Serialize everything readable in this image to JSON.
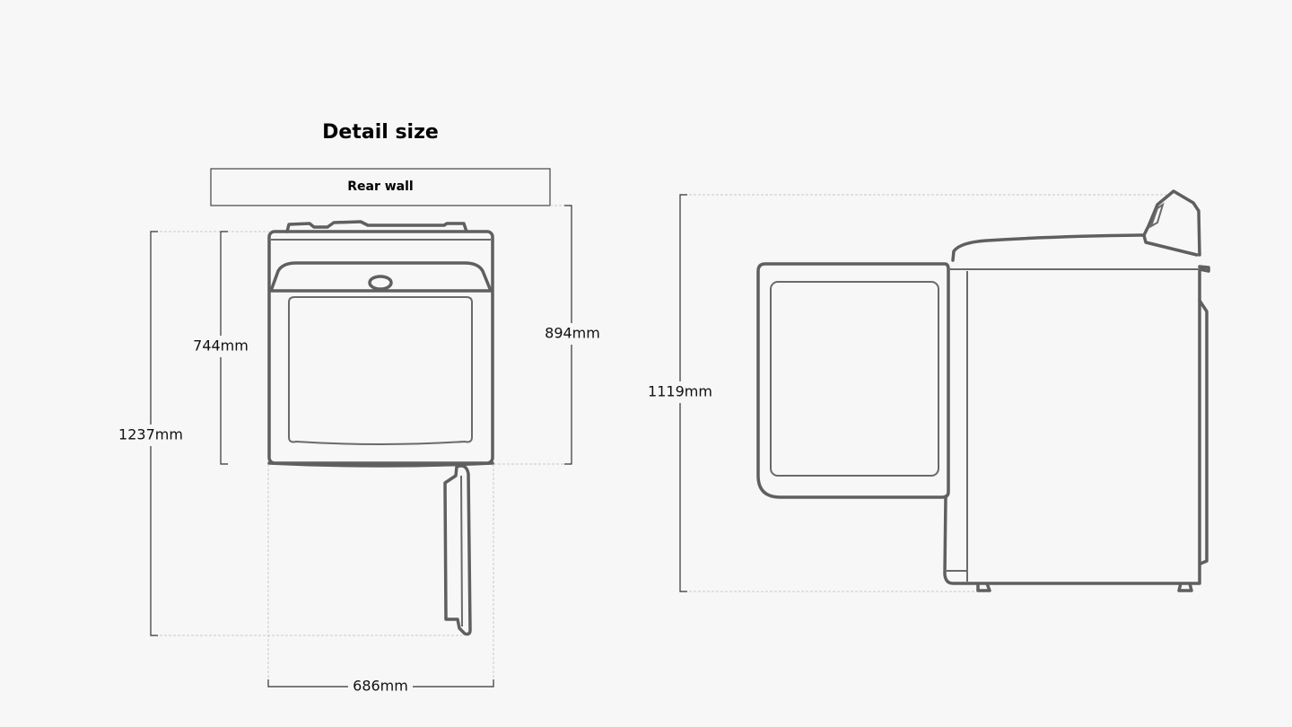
{
  "title": "Detail size",
  "rear_wall_label": "Rear wall",
  "dimensions": {
    "lid_depth": "744mm",
    "open_lid_depth": "1237mm",
    "depth_to_wall": "894mm",
    "width": "686mm",
    "open_lid_height": "1119mm"
  },
  "colors": {
    "background": "#f7f7f7",
    "outline": "#5f5f5f"
  }
}
